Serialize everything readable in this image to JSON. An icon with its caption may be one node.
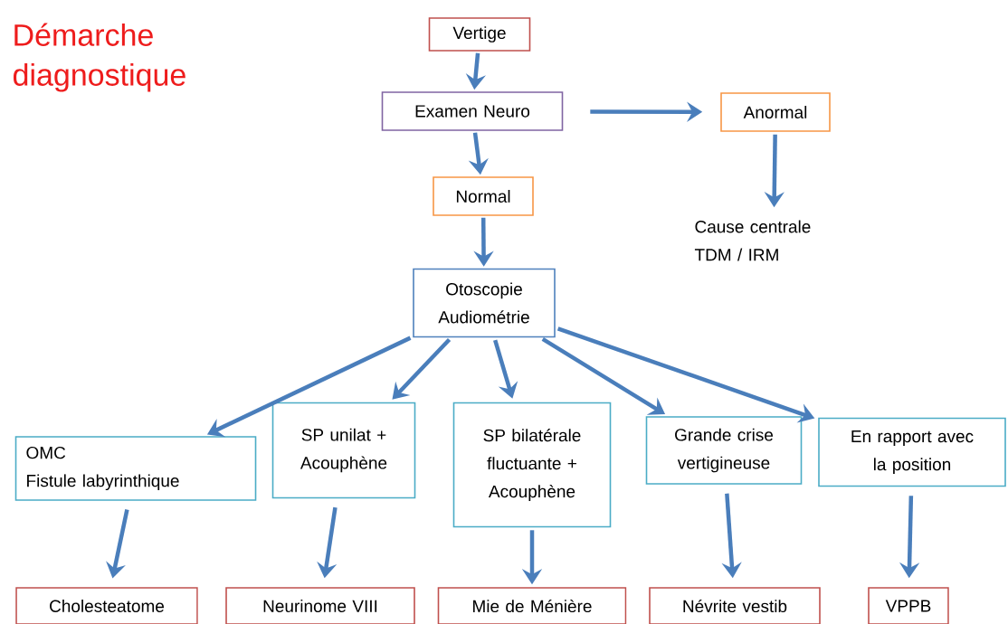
{
  "diagram": {
    "title": "Démarche diagnostique",
    "nodes": [
      {
        "text": [
          "Vertige"
        ]
      },
      {
        "text": [
          "Examen Neuro"
        ]
      },
      {
        "text": [
          "Anormal"
        ]
      },
      {
        "text": [
          "Normal"
        ]
      },
      {
        "text": [
          "Cause centrale TDM / IRM"
        ]
      },
      {
        "text": [
          "Otoscopie Audiométrie"
        ]
      },
      {
        "text": [
          "OMC",
          "Fistule labyrinthique"
        ]
      },
      {
        "text": [
          "SP unilat + Acouphène"
        ]
      },
      {
        "text": [
          "SP bilatérale fluctuante + Acouphène"
        ]
      },
      {
        "text": [
          "Grande crise vertigineuse"
        ]
      },
      {
        "text": [
          "En rapport avec la position"
        ]
      },
      {
        "text": [
          "Cholesteatome"
        ]
      },
      {
        "text": [
          "Neurinome VIII"
        ]
      },
      {
        "text": [
          "Mie de Ménière"
        ]
      },
      {
        "text": [
          "Névrite vestib"
        ]
      },
      {
        "text": [
          "VPPB"
        ]
      }
    ],
    "edges": [
      {
        "from": 0,
        "to": 1,
        "arrow": "to"
      },
      {
        "from": 1,
        "to": 2,
        "arrow": "to"
      },
      {
        "from": 1,
        "to": 3,
        "arrow": "to"
      },
      {
        "from": 2,
        "to": 4,
        "arrow": "to"
      },
      {
        "from": 3,
        "to": 5,
        "arrow": "to"
      },
      {
        "from": 5,
        "to": 6,
        "arrow": "to"
      },
      {
        "from": 5,
        "to": 7,
        "arrow": "to"
      },
      {
        "from": 5,
        "to": 8,
        "arrow": "to"
      },
      {
        "from": 5,
        "to": 9,
        "arrow": "to"
      },
      {
        "from": 5,
        "to": 10,
        "arrow": "to"
      },
      {
        "from": 6,
        "to": 11,
        "arrow": "to"
      },
      {
        "from": 7,
        "to": 12,
        "arrow": "to"
      },
      {
        "from": 8,
        "to": 13,
        "arrow": "to"
      },
      {
        "from": 9,
        "to": 14,
        "arrow": "to"
      },
      {
        "from": 10,
        "to": 15,
        "arrow": "to"
      }
    ]
  }
}
